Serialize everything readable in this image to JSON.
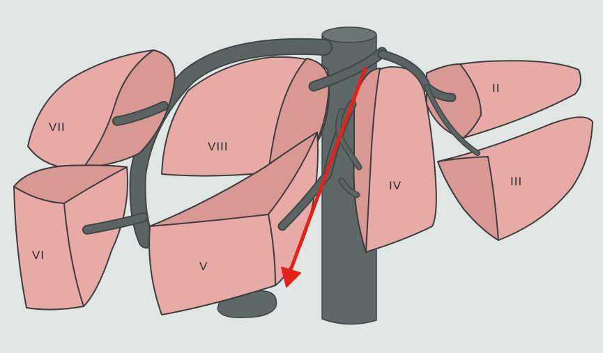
{
  "colors": {
    "background": "#dfe6e4",
    "segment_fill": "#e8aaa6",
    "segment_dark": "#d99894",
    "vein": "#5d6867",
    "arrow": "#e32218"
  },
  "segments": [
    {
      "id": "II",
      "label": "II"
    },
    {
      "id": "III",
      "label": "III"
    },
    {
      "id": "IV",
      "label": "IV"
    },
    {
      "id": "V",
      "label": "V"
    },
    {
      "id": "VI",
      "label": "VI"
    },
    {
      "id": "VII",
      "label": "VII"
    },
    {
      "id": "VIII",
      "label": "VIII"
    }
  ],
  "annotation": {
    "type": "arrow",
    "color": "red"
  }
}
